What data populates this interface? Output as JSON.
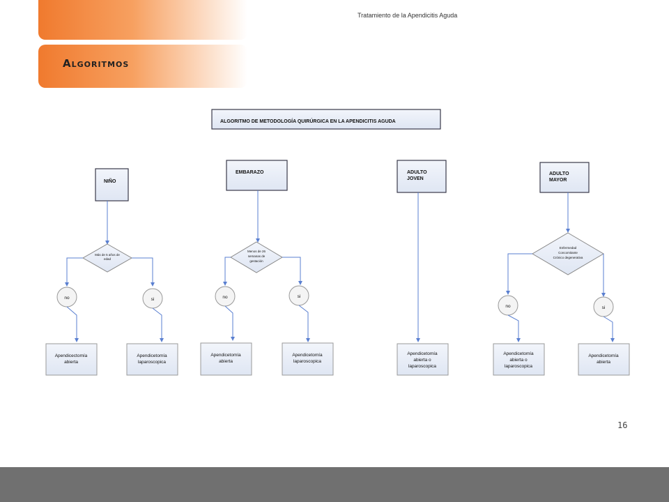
{
  "header": {
    "doc_title": "Tratamiento de la Apendicitis Aguda",
    "section_title": "Algoritmos"
  },
  "flowchart": {
    "title": "ALGORITMO DE METODOLOGÍA QUIRÚRGICA EN LA APENDICITIS AGUDA",
    "columns": [
      {
        "category": "NIÑO",
        "decision": [
          "Más de 5 años de",
          "edad"
        ],
        "no_label": "no",
        "yes_label": "si",
        "no_result": [
          "Apendicectomía",
          "abierta"
        ],
        "yes_result": [
          "Apendicetomía",
          "laparoscopica"
        ]
      },
      {
        "category": "EMBARAZO",
        "decision": [
          "Menos de 26",
          "semanas de",
          "gestación"
        ],
        "no_label": "no",
        "yes_label": "si",
        "no_result": [
          "Apendicetomía",
          "abierta"
        ],
        "yes_result": [
          "Apendicetomía",
          "laparoscopica"
        ]
      },
      {
        "category": [
          "ADULTO",
          "JOVEN"
        ],
        "result": [
          "Apendicetomía",
          "abierta o",
          "laparoscopica"
        ]
      },
      {
        "category": [
          "ADULTO",
          "MAYOR"
        ],
        "decision": [
          "Enfermedad",
          "Concomitante",
          "Crónico degenerativa"
        ],
        "no_label": "no",
        "yes_label": "si",
        "no_result": [
          "Apendicetomía",
          "abierta o",
          "laparoscopica"
        ],
        "yes_result": [
          "Apendicetomía",
          "abierta"
        ]
      }
    ]
  },
  "page_number": "16"
}
